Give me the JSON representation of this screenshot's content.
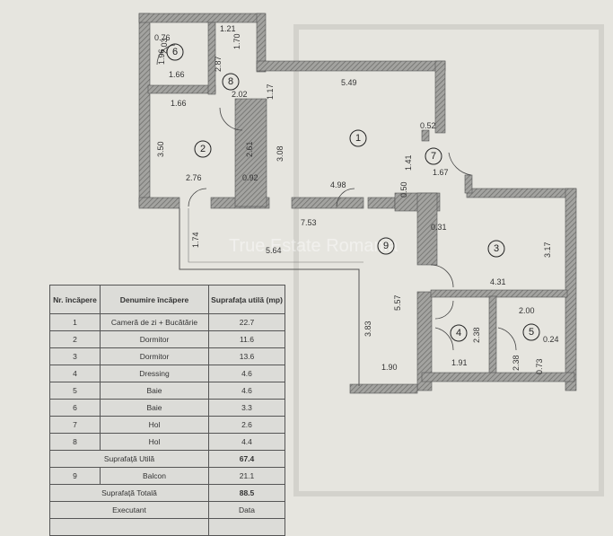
{
  "watermark": "True Estate Romania",
  "rooms": {
    "r1": "1",
    "r2": "2",
    "r3": "3",
    "r4": "4",
    "r5": "5",
    "r6": "6",
    "r7": "7",
    "r8": "8",
    "r9": "9"
  },
  "dimensions": {
    "d076": "0.76",
    "d203": "2.03",
    "d121": "1.21",
    "d170": "1.70",
    "d196": "1.96",
    "d287": "2.87",
    "d166a": "1.66",
    "d202": "2.02",
    "d117": "1.17",
    "d549": "5.49",
    "d166b": "1.66",
    "d350": "3.50",
    "d261": "2.61",
    "d308": "3.08",
    "d052": "0.52",
    "d141": "1.41",
    "d167": "1.67",
    "d276": "2.76",
    "d092": "0.92",
    "d498": "4.98",
    "d050": "0.50",
    "d031": "0.31",
    "d753": "7.53",
    "d174": "1.74",
    "d564": "5.64",
    "d317": "3.17",
    "d431": "4.31",
    "d557": "5.57",
    "d383": "3.83",
    "d200": "2.00",
    "d024": "0.24",
    "d238a": "2.38",
    "d238b": "2.38",
    "d073": "0.73",
    "d190": "1.90",
    "d191": "1.91"
  },
  "table": {
    "headers": [
      "Nr. încăpere",
      "Denumire încăpere",
      "Suprafața utilă (mp)"
    ],
    "rows": [
      [
        "1",
        "Cameră de zi + Bucătărie",
        "22.7"
      ],
      [
        "2",
        "Dormitor",
        "11.6"
      ],
      [
        "3",
        "Dormitor",
        "13.6"
      ],
      [
        "4",
        "Dressing",
        "4.6"
      ],
      [
        "5",
        "Baie",
        "4.6"
      ],
      [
        "6",
        "Baie",
        "3.3"
      ],
      [
        "7",
        "Hol",
        "2.6"
      ],
      [
        "8",
        "Hol",
        "4.4"
      ]
    ],
    "useful_label": "Suprafață Utilă",
    "useful_value": "67.4",
    "balcony": [
      "9",
      "Balcon",
      "21.1"
    ],
    "total_label": "Suprafață Totală",
    "total_value": "88.5",
    "executant_label": "Executant",
    "data_label": "Data"
  },
  "colors": {
    "paper": "#e6e5df",
    "wall": "#8f8f8f"
  }
}
